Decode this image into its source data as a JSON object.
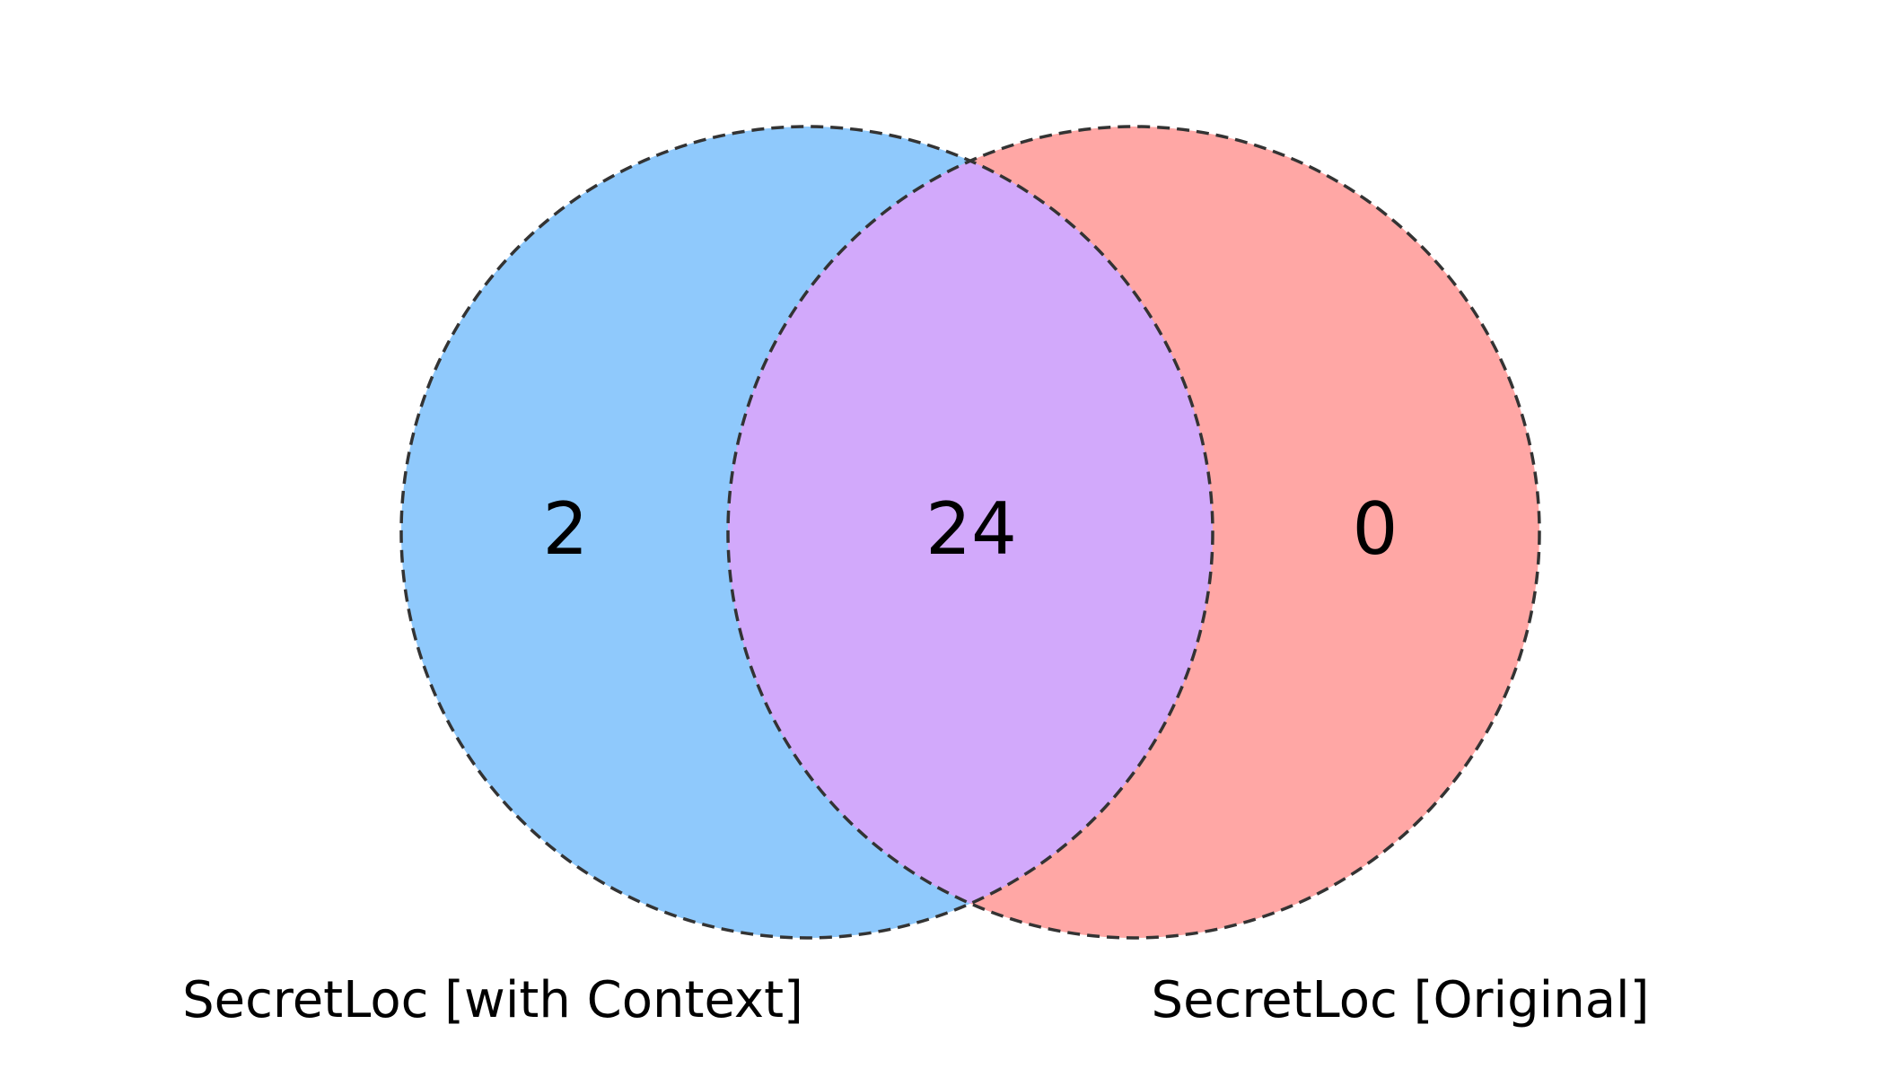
{
  "chart_data": {
    "type": "venn",
    "title": "",
    "set_labels": [
      "SecretLoc [with Context]",
      "SecretLoc [Original]"
    ],
    "regions": {
      "left_only": {
        "value": "2",
        "description": "SecretLoc [with Context] only"
      },
      "intersection": {
        "value": "24",
        "description": "shared by both sets"
      },
      "right_only": {
        "value": "0",
        "description": "SecretLoc [Original] only"
      }
    },
    "colors": {
      "left_fill": "#8FC9FC",
      "right_fill": "#FFA7A5",
      "intersection_fill": "#D2A9FB",
      "outline": "#333333",
      "text": "#000000",
      "background": "#FFFFFF"
    },
    "outline_style": "dashed",
    "layout_hints": {
      "legend_position": "none",
      "grid": false,
      "labels_below_circles": true
    }
  }
}
